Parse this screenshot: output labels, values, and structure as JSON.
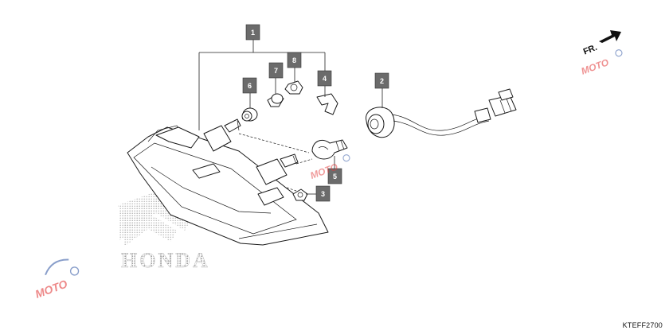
{
  "diagram": {
    "callouts": [
      {
        "id": "1"
      },
      {
        "id": "2"
      },
      {
        "id": "3"
      },
      {
        "id": "4"
      },
      {
        "id": "5"
      },
      {
        "id": "6"
      },
      {
        "id": "7"
      },
      {
        "id": "8"
      }
    ],
    "direction_label": "FR.",
    "drawing_code": "KTEFF2700",
    "brand_watermark": "HONDA",
    "site_watermark": "MOTO",
    "colors": {
      "callout_fill": "#6b6b6b",
      "callout_text": "#ffffff",
      "watermark_red": "#e23a3a",
      "watermark_blue": "#3b5fa8",
      "halftone_gray": "#b8b8b8"
    }
  }
}
